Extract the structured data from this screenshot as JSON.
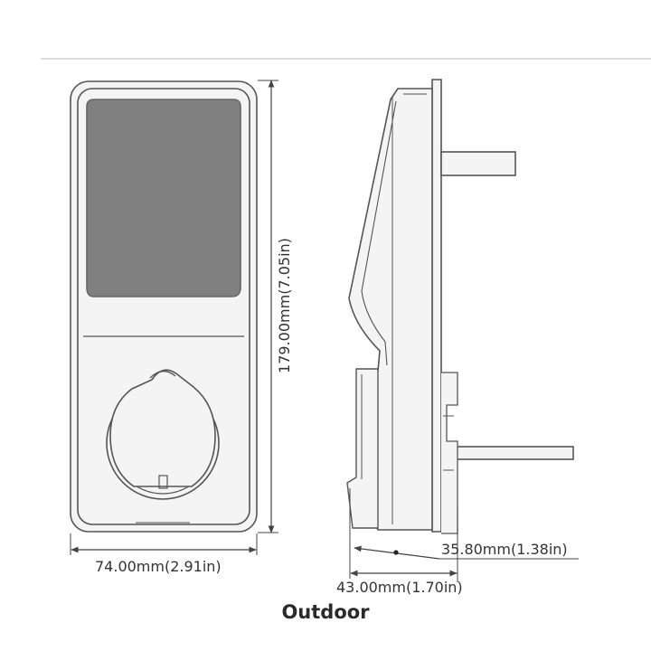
{
  "dimensions": {
    "width_label": "74.00mm(2.91in)",
    "height_label": "179.00mm(7.05in)",
    "depth_inner_label": "35.80mm(1.38in)",
    "depth_outer_label": "43.00mm(1.70in)"
  },
  "caption": "Outdoor",
  "colors": {
    "line": "#555555",
    "screen": "#808080",
    "body_fill": "#f4f4f4",
    "rule": "#bbbbbb"
  }
}
